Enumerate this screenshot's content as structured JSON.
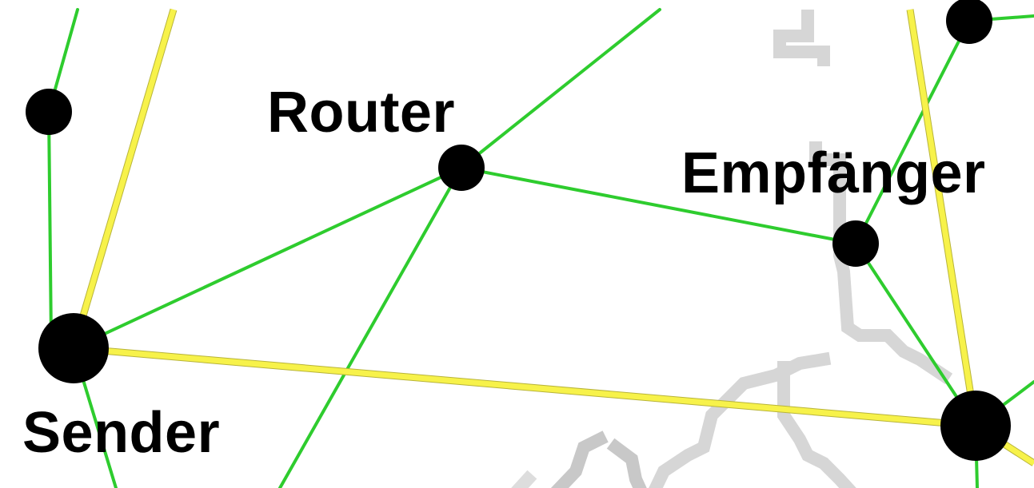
{
  "labels": {
    "router": "Router",
    "receiver": "Empfänger",
    "sender": "Sender"
  },
  "colors": {
    "background": "#ffffff",
    "link": "#2ecc2e",
    "route": "#f7f24a",
    "node": "#000000",
    "map_trace": "#cfcfcf"
  }
}
